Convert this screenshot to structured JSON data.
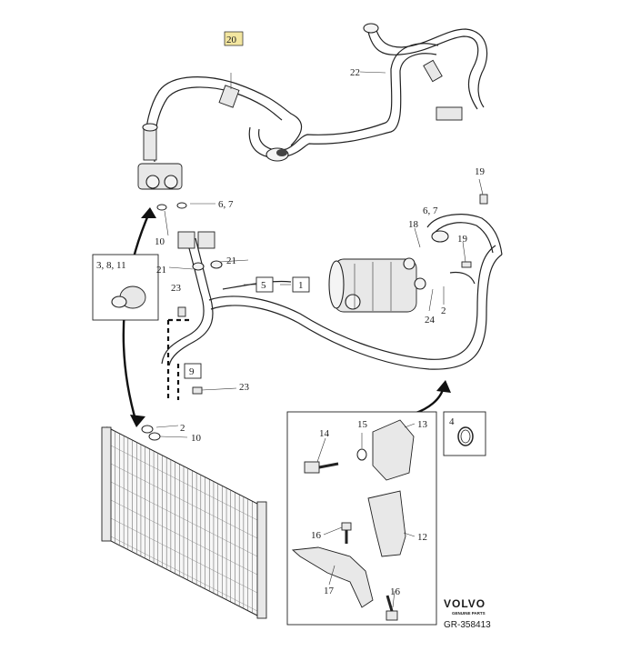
{
  "callouts": {
    "c20": "20",
    "c22": "22",
    "c19a": "19",
    "c6_7a": "6, 7",
    "c6_7b": "6, 7",
    "c18": "18",
    "c19b": "19",
    "c10a": "10",
    "c21a": "21",
    "c21b": "21",
    "c3_8_11": "3, 8, 11",
    "c23a": "23",
    "c5": "5",
    "c1": "1",
    "c24": "24",
    "c2a": "2",
    "c9": "9",
    "c23b": "23",
    "c2b": "2",
    "c10b": "10",
    "c4": "4",
    "c14": "14",
    "c15": "15",
    "c13": "13",
    "c12": "12",
    "c16a": "16",
    "c17": "17",
    "c16b": "16"
  },
  "brand": {
    "logo": "VOLVO",
    "sub": "GENUINE PARTS"
  },
  "figure_ref": "GR-358413",
  "colors": {
    "line": "#222222",
    "highlight_box": "#f3e6a0"
  }
}
